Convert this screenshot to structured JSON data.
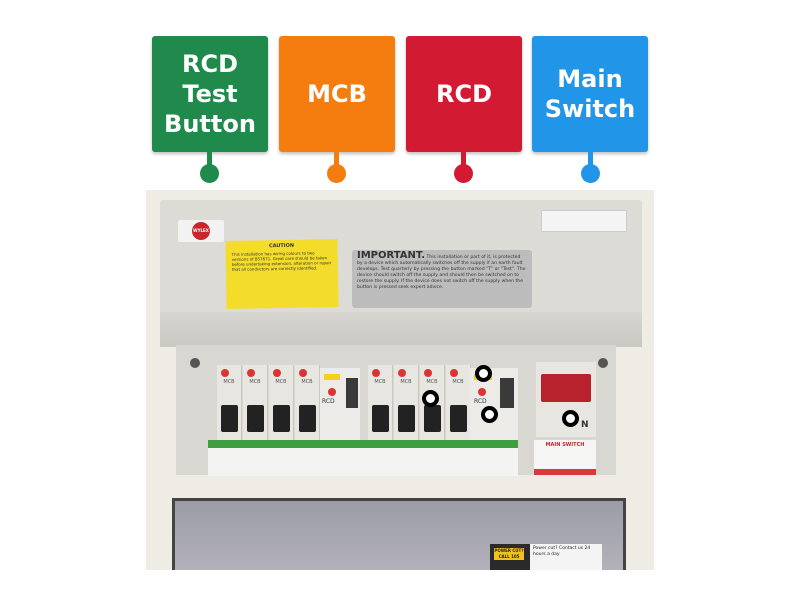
{
  "labels": [
    {
      "text": "RCD Test Button",
      "color": "#1f8a4c"
    },
    {
      "text": "MCB",
      "color": "#f57c0e"
    },
    {
      "text": "RCD",
      "color": "#d21b32"
    },
    {
      "text": "Main Switch",
      "color": "#2196e8"
    }
  ],
  "photo": {
    "brand": "WYLEX",
    "caution_title": "CAUTION",
    "caution_text": "This installation has wiring colours to two versions of BS7671. Great care should be taken before undertaking extension, alteration or repair that all conductors are correctly identified.",
    "important_title": "IMPORTANT.",
    "important_text": "This installation or part of it, is protected by a device which automatically switches off the supply if an earth fault develops. Test quarterly by pressing the button marked \"T\" or \"Test\". The device should switch off the supply and should then be switched on to restore the supply. If the device does not switch off the supply when the button is pressed seek expert advice.",
    "mcb_label": "MCB",
    "rcd_label": "RCD",
    "main_switch_label": "MAIN SWITCH",
    "neutral_label": "N",
    "power_cut_sign": "POWER CUT? CALL 105",
    "power_cut_text": "Power cut? Contact us 24 hours a day"
  }
}
